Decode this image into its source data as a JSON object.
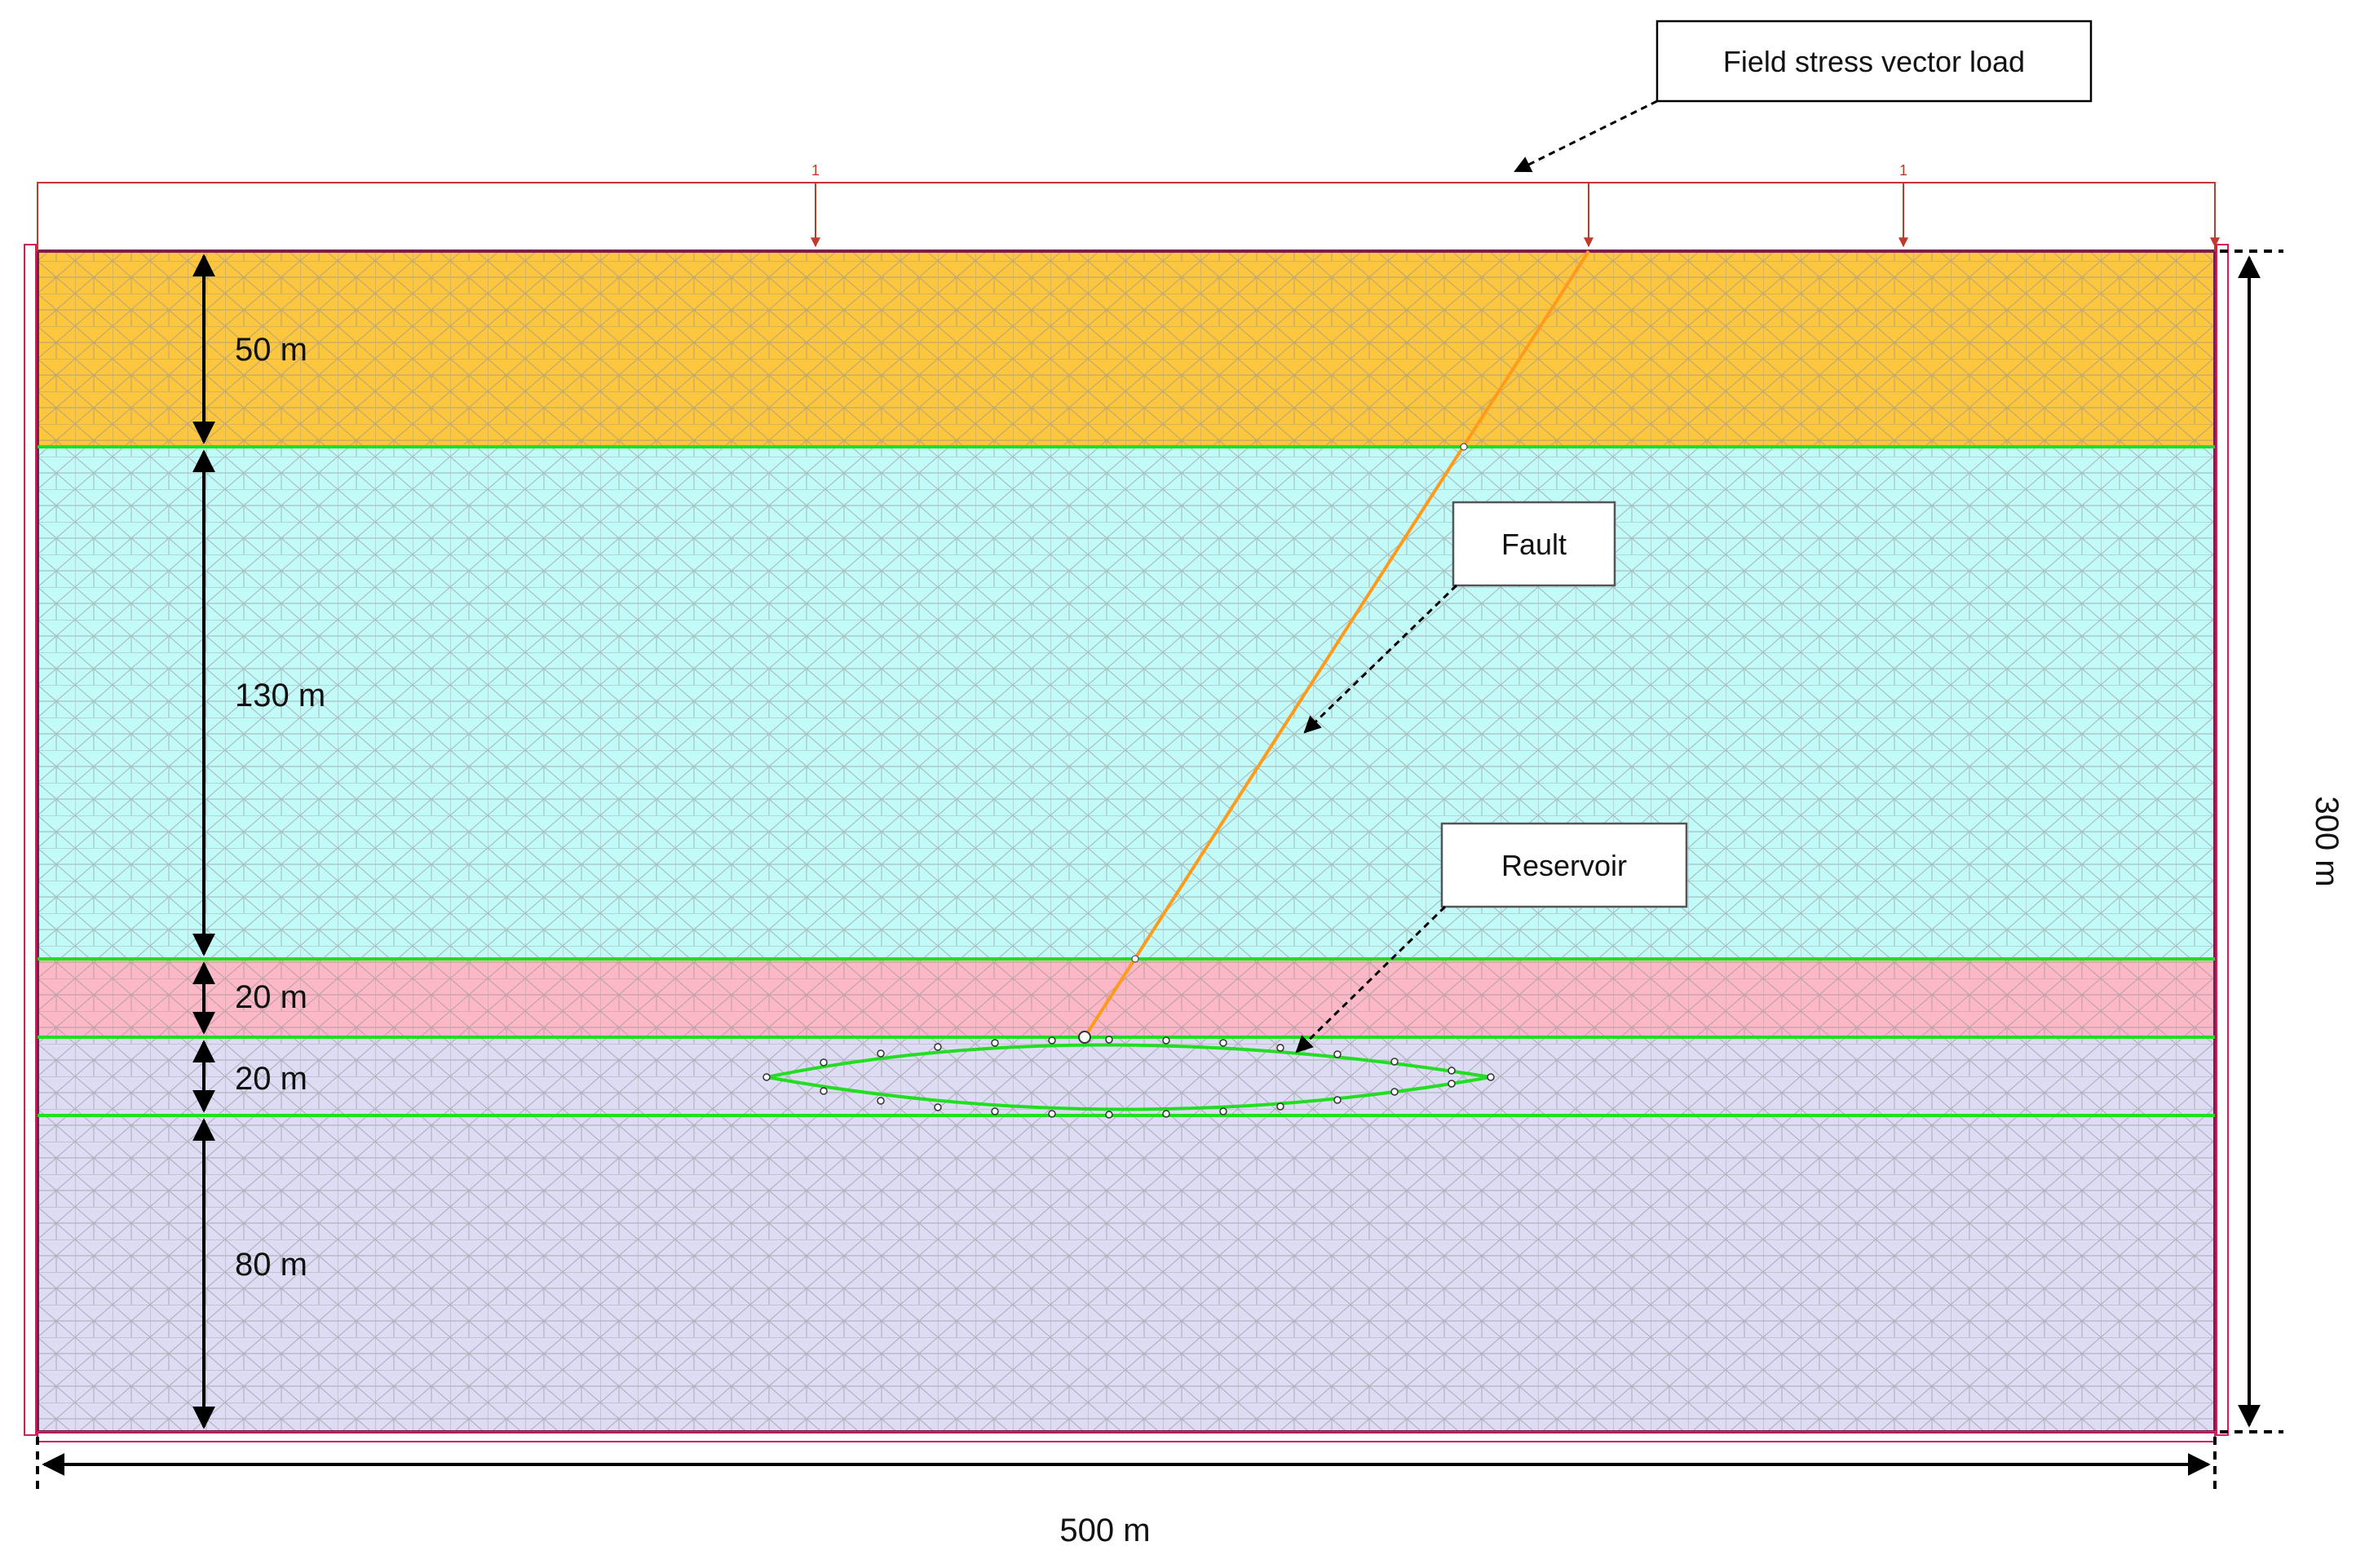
{
  "callouts": {
    "load": "Field stress vector load",
    "fault": "Fault",
    "reservoir": "Reservoir"
  },
  "layers": [
    {
      "name": "layer-1",
      "thickness_label": "50 m",
      "color": "#fcc73f"
    },
    {
      "name": "layer-2",
      "thickness_label": "130 m",
      "color": "#c2fafa"
    },
    {
      "name": "layer-3",
      "thickness_label": "20 m",
      "color": "#fcb8c7"
    },
    {
      "name": "layer-4",
      "thickness_label": "20 m",
      "color": "#dcdcf4"
    },
    {
      "name": "layer-5",
      "thickness_label": "80 m",
      "color": "#dcdcf4"
    }
  ],
  "dimensions": {
    "width_label": "500 m",
    "height_label": "300 m"
  },
  "load_labels": {
    "left": "1",
    "right": "1"
  },
  "colors": {
    "boundary_green": "#22dd22",
    "fault_orange": "#ff9a1a",
    "mesh_gray": "#8f8f8f",
    "load_red": "#c0392b",
    "frame_magenta": "#d81b60"
  }
}
